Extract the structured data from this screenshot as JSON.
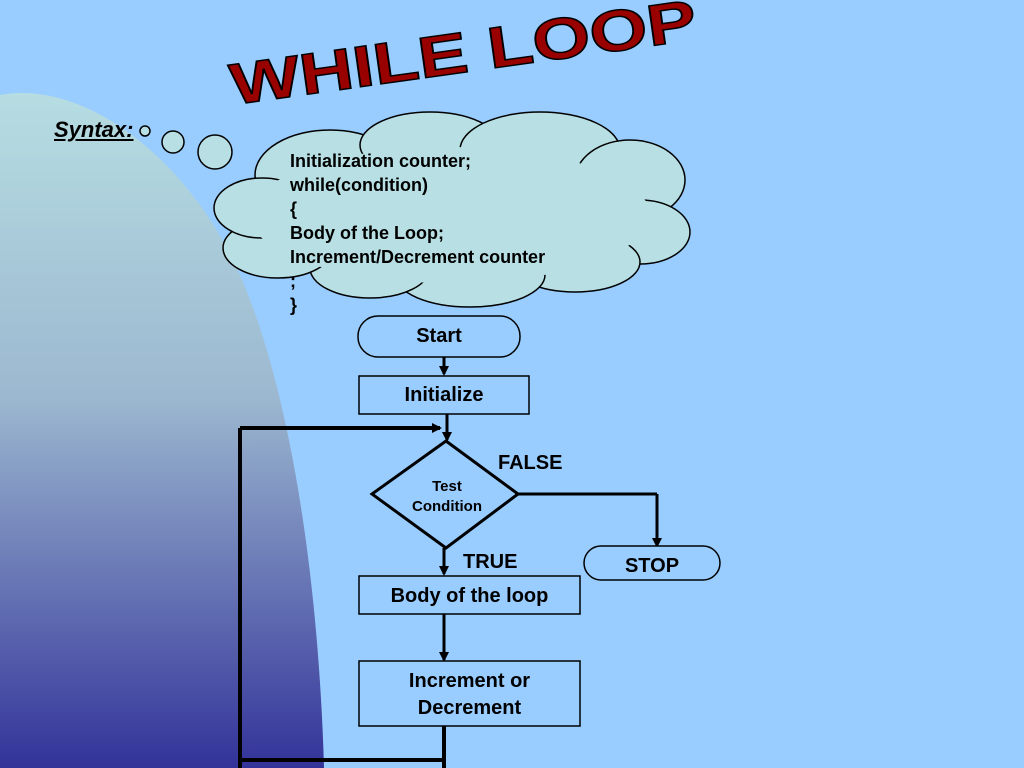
{
  "slide": {
    "title": "WHILE LOOP",
    "syntax_label": "Syntax:",
    "syntax_lines": [
      "Initialization counter;",
      "while(condition)",
      "{",
      "Body of the Loop;",
      "Increment/Decrement counter",
      ";",
      "}"
    ]
  },
  "flowchart": {
    "start": "Start",
    "initialize": "Initialize",
    "test": [
      "Test",
      "Condition"
    ],
    "false_label": "FALSE",
    "true_label": "TRUE",
    "stop": "STOP",
    "body": "Body of the loop",
    "increment": [
      "Increment or",
      "Decrement"
    ]
  },
  "colors": {
    "background": "#99ccff",
    "title": "#990000",
    "cloud": "#b8e0e4",
    "gradient_top": "#b6dde2",
    "gradient_bottom": "#333399"
  }
}
